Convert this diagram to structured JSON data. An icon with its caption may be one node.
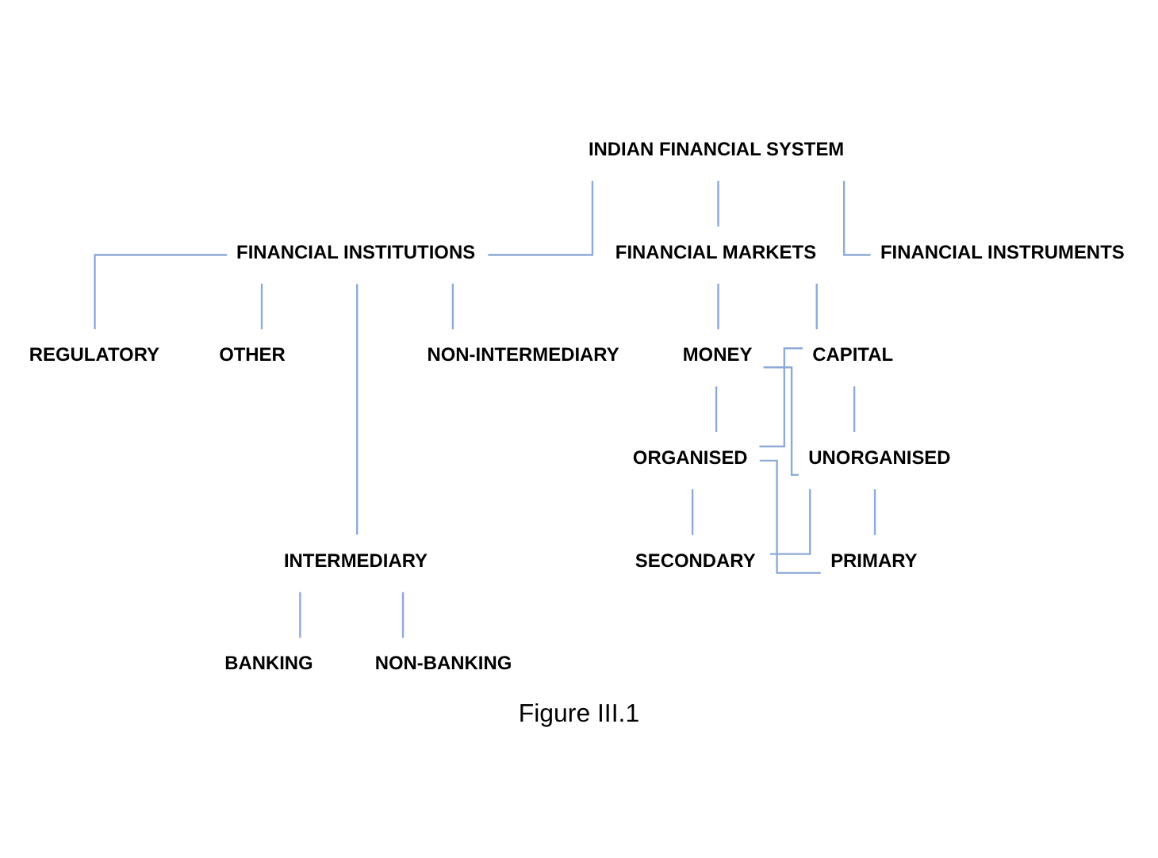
{
  "diagram": {
    "caption": "Figure III.1",
    "nodes": [
      {
        "text": [
          "INDIAN FINANCIAL SYSTEM"
        ]
      },
      {
        "text": [
          "FINANCIAL INSTITUTIONS"
        ]
      },
      {
        "text": [
          "FINANCIAL MARKETS"
        ]
      },
      {
        "text": [
          "FINANCIAL INSTRUMENTS"
        ]
      },
      {
        "text": [
          "MONEY"
        ]
      },
      {
        "text": [
          "CAPITAL"
        ]
      },
      {
        "text": [
          "ORGANISED"
        ]
      },
      {
        "text": [
          "UNORGANISED"
        ]
      },
      {
        "text": [
          "PRIMARY"
        ]
      },
      {
        "text": [
          "SECONDARY"
        ]
      },
      {
        "text": [
          "INTERMEDIARY"
        ]
      },
      {
        "text": [
          "NON-INTERMEDIARY"
        ]
      },
      {
        "text": [
          "REGULATORY"
        ]
      },
      {
        "text": [
          "OTHER"
        ]
      },
      {
        "text": [
          "BANKING"
        ]
      },
      {
        "text": [
          "NON-BANKING"
        ]
      }
    ],
    "edges": [
      {
        "from": 0,
        "to": 1,
        "arrow": "none"
      },
      {
        "from": 0,
        "to": 2,
        "arrow": "none"
      },
      {
        "from": 0,
        "to": 3,
        "arrow": "none"
      },
      {
        "from": 2,
        "to": 4,
        "arrow": "none"
      },
      {
        "from": 2,
        "to": 5,
        "arrow": "none"
      },
      {
        "from": 4,
        "to": 6,
        "arrow": "none"
      },
      {
        "from": 4,
        "to": 7,
        "arrow": "none"
      },
      {
        "from": 5,
        "to": 6,
        "arrow": "none"
      },
      {
        "from": 5,
        "to": 7,
        "arrow": "none"
      },
      {
        "from": 6,
        "to": 8,
        "arrow": "none"
      },
      {
        "from": 6,
        "to": 9,
        "arrow": "none"
      },
      {
        "from": 7,
        "to": 8,
        "arrow": "none"
      },
      {
        "from": 7,
        "to": 9,
        "arrow": "none"
      },
      {
        "from": 1,
        "to": 10,
        "arrow": "none"
      },
      {
        "from": 1,
        "to": 11,
        "arrow": "none"
      },
      {
        "from": 1,
        "to": 12,
        "arrow": "none"
      },
      {
        "from": 1,
        "to": 13,
        "arrow": "none"
      },
      {
        "from": 10,
        "to": 14,
        "arrow": "none"
      },
      {
        "from": 10,
        "to": 15,
        "arrow": "none"
      }
    ]
  }
}
